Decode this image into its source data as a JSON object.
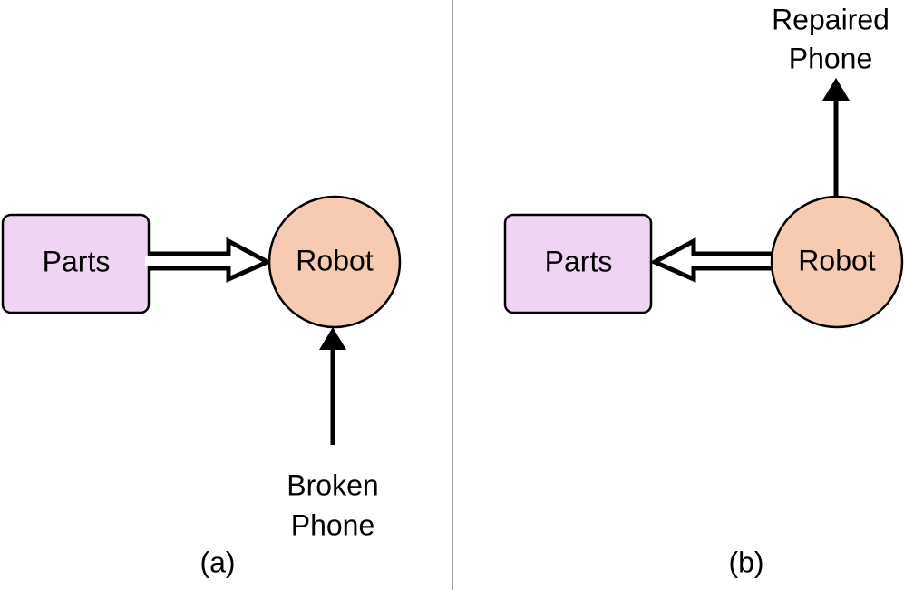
{
  "colors": {
    "parts_fill": "#efd5f3",
    "robot_fill": "#f6cbb1",
    "stroke": "#000000",
    "divider": "#808080",
    "background": "#ffffff"
  },
  "panel_a": {
    "parts_label": "Parts",
    "robot_label": "Robot",
    "input_line1": "Broken",
    "input_line2": "Phone",
    "caption": "(a)"
  },
  "panel_b": {
    "parts_label": "Parts",
    "robot_label": "Robot",
    "output_line1": "Repaired",
    "output_line2": "Phone",
    "caption": "(b)"
  }
}
